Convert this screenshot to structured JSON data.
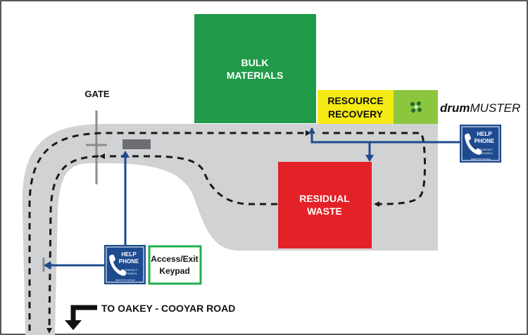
{
  "zones": {
    "bulk_materials": {
      "line1": "BULK",
      "line2": "MATERIALS",
      "color": "#1f9a48"
    },
    "resource_recovery": {
      "line1": "RESOURCE",
      "line2": "RECOVERY",
      "color": "#f5ea14"
    },
    "residual_waste": {
      "line1": "RESIDUAL",
      "line2": "WASTE",
      "color": "#e42127"
    },
    "drum_area": {
      "color": "#8cc63f",
      "icon": "drum-leaf-icon"
    }
  },
  "labels": {
    "gate": "GATE",
    "road": "TO OAKEY - COOYAR ROAD",
    "drum_bold": "drum",
    "drum_italic": "MUSTER"
  },
  "help_phones": [
    {
      "line1": "HELP",
      "line2": "PHONE",
      "small1": "CONTACT",
      "small2": "COUNCIL",
      "tiny": "PRESS THIS FOR HELP"
    },
    {
      "line1": "HELP",
      "line2": "PHONE",
      "small1": "CONTACT",
      "small2": "COUNCIL",
      "tiny": "PRESS THIS FOR HELP"
    }
  ],
  "keypad": {
    "line1": "Access/Exit",
    "line2": "Keypad",
    "border_color": "#22b14c"
  },
  "colors": {
    "road": "#d1d2d4",
    "route_arrow": "#1a1a1a",
    "pipe": "#1c4b8c",
    "phone_sign": "#1e4b8f"
  }
}
